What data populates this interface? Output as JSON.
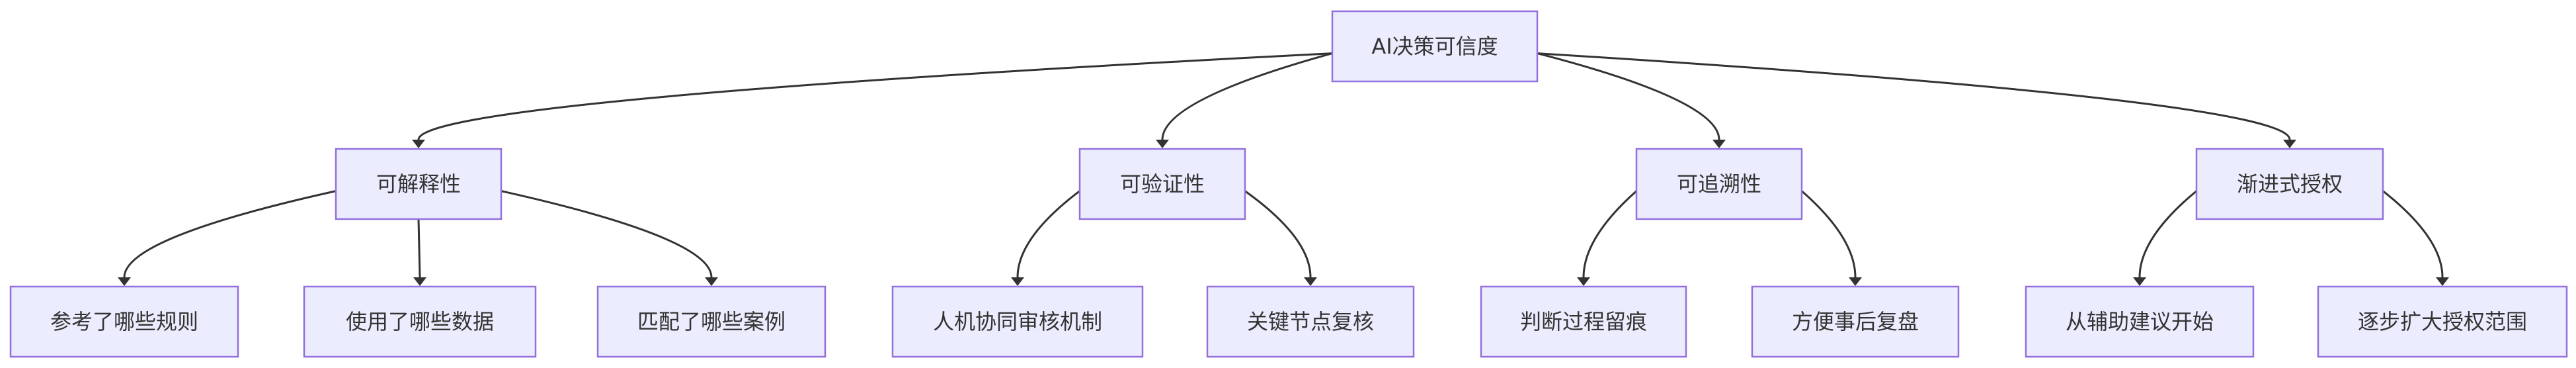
{
  "diagram": {
    "type": "tree",
    "root": {
      "id": "root",
      "label": "AI决策可信度",
      "children": [
        {
          "id": "explainability",
          "label": "可解释性",
          "children": [
            {
              "id": "rules",
              "label": "参考了哪些规则"
            },
            {
              "id": "data",
              "label": "使用了哪些数据"
            },
            {
              "id": "cases",
              "label": "匹配了哪些案例"
            }
          ]
        },
        {
          "id": "verifiability",
          "label": "可验证性",
          "children": [
            {
              "id": "human-review",
              "label": "人机协同审核机制"
            },
            {
              "id": "key-node-review",
              "label": "关键节点复核"
            }
          ]
        },
        {
          "id": "traceability",
          "label": "可追溯性",
          "children": [
            {
              "id": "judgment-trace",
              "label": "判断过程留痕"
            },
            {
              "id": "post-review",
              "label": "方便事后复盘"
            }
          ]
        },
        {
          "id": "gradual-authorization",
          "label": "渐进式授权",
          "children": [
            {
              "id": "start-assist",
              "label": "从辅助建议开始"
            },
            {
              "id": "expand-scope",
              "label": "逐步扩大授权范围"
            }
          ]
        }
      ]
    }
  }
}
